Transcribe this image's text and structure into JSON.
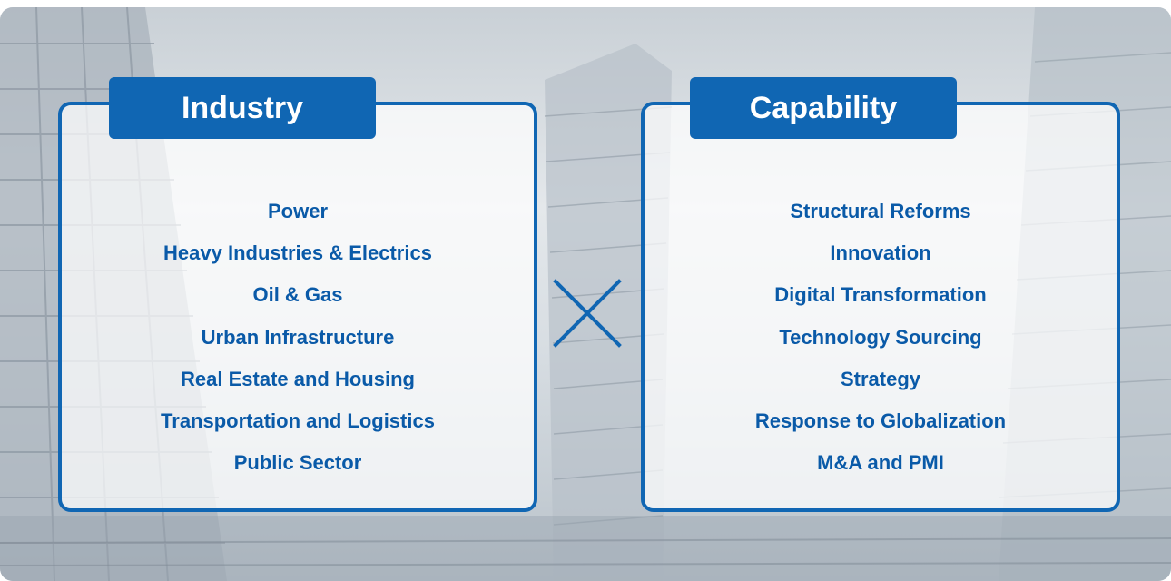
{
  "industry": {
    "title": "Industry",
    "items": [
      "Power",
      "Heavy Industries & Electrics",
      "Oil & Gas",
      "Urban Infrastructure",
      "Real Estate and Housing",
      "Transportation and Logistics",
      "Public Sector"
    ]
  },
  "capability": {
    "title": "Capability",
    "items": [
      "Structural Reforms",
      "Innovation",
      "Digital Transformation",
      "Technology Sourcing",
      "Strategy",
      "Response to Globalization",
      "M&A and PMI"
    ]
  },
  "colors": {
    "accent": "#1066b3",
    "text": "#0a5aa8",
    "tab_text": "#ffffff"
  },
  "icons": {
    "separator": "cross-icon"
  }
}
